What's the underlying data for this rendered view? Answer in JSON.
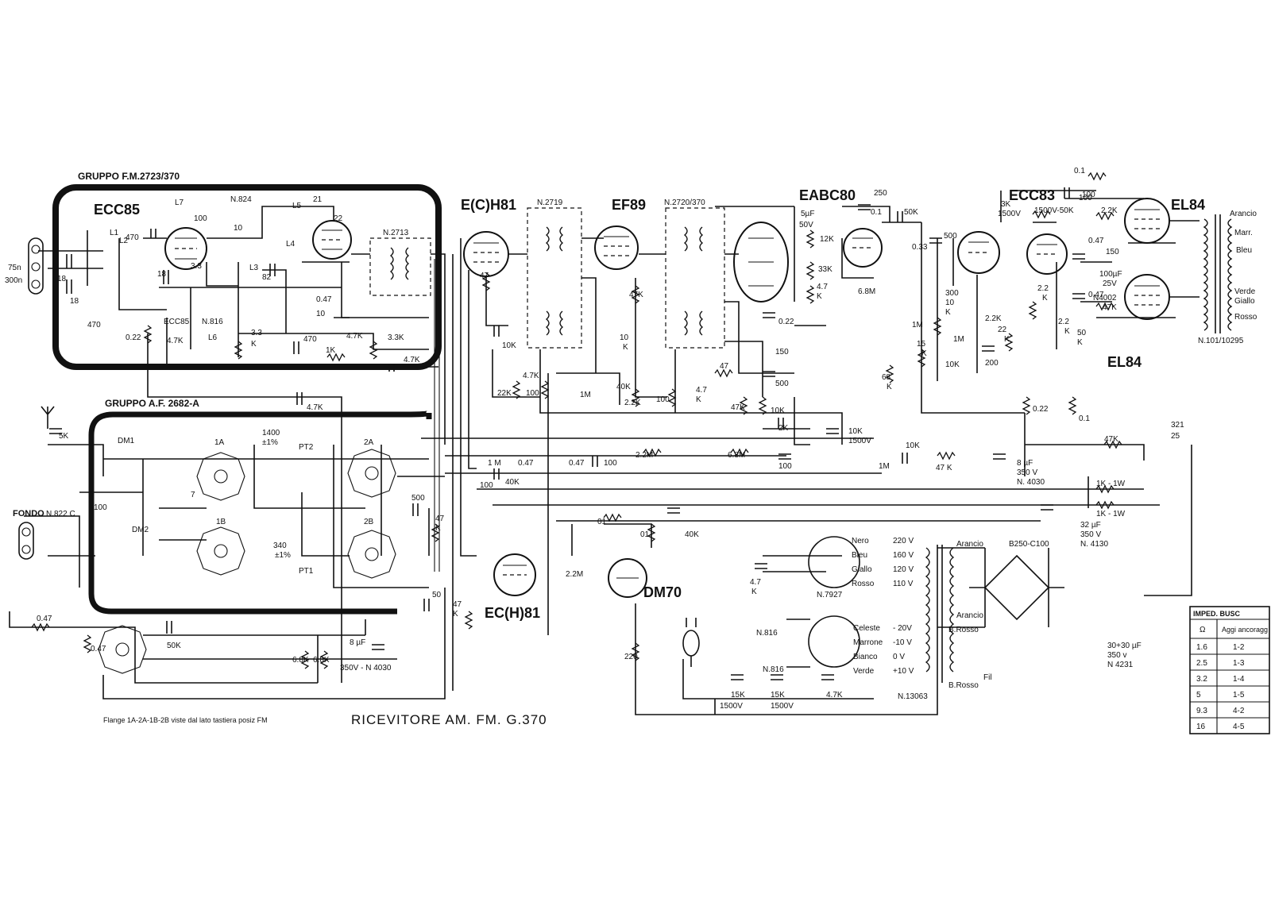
{
  "title": "RICEVITORE AM. FM. G.370",
  "footnote": "Flange 1A-2A-1B-2B viste dal lato tastiera posiz FM",
  "groups": {
    "fm": "GRUPPO F.M.2723/370",
    "af": "GRUPPO A.F. 2682-A"
  },
  "tubes": {
    "ecc85": "ECC85",
    "ech81_top": "E(C)H81",
    "ef89": "EF89",
    "eabc80": "EABC80",
    "ecc83": "ECC83",
    "el84_top": "EL84",
    "el84_bottom": "EL84",
    "dm70": "DM70",
    "ech81_bottom": "EC(H)81"
  },
  "transformers": {
    "n824": "N.824",
    "n2713": "N.2713",
    "n2719": "N.2719",
    "n2720": "N.2720/370",
    "n816_fm": "N.816",
    "ecc85_small": "ECC85",
    "n822c": "N.822 C",
    "n816_a": "N.816",
    "n816_b": "N.816",
    "n7927": "N.7927",
    "n13063": "N.13063",
    "n101": "N.101/10295"
  },
  "antenna": {
    "a": "75n",
    "b": "300n"
  },
  "fondo": "FONDO",
  "components": [
    "18",
    "18",
    "470",
    "470",
    "0.22",
    "L1",
    "L2",
    "18",
    "L7",
    "100",
    "3.3",
    "4.7K",
    "L6",
    "L3",
    "L4",
    "82",
    "10",
    "0.47",
    "10",
    "3.3",
    "K",
    "470",
    "1K",
    "4.7K",
    "3.3K",
    "4.7K",
    "22",
    "21",
    "L5",
    "4.7K",
    "5K",
    "DM1",
    "1A",
    "1400",
    "±1%",
    "PT2",
    "7",
    "100",
    "DM2",
    "1B",
    "340",
    "±1%",
    "PT1",
    "2A",
    "2B",
    "500",
    "47",
    "K",
    "100",
    "50",
    "47",
    "K",
    "0.47",
    "0.47",
    "50K",
    "6.8K",
    "6.8K",
    "8 µF",
    "350V - N 4030",
    "47",
    "10K",
    "22K",
    "4.7K",
    "100",
    "1M",
    "40K",
    "2.2K",
    "100",
    "4.7",
    "K",
    "47K",
    "10",
    "K",
    "47",
    "47K",
    "10K",
    "2K",
    "100",
    "1 M",
    "0.47",
    "0.47",
    "100",
    "2.2M",
    "6.8M",
    "40K",
    "01",
    "01",
    "40K",
    "2.2M",
    "220",
    "250",
    "0.1",
    "50K",
    "6.8M",
    "0.33",
    "500",
    "1M",
    "300",
    "10",
    "K",
    "1M",
    "15",
    "K",
    "10K",
    "68",
    "K",
    "5µF",
    "50V",
    "12K",
    "33K",
    "4.7",
    "K",
    "0.22",
    "150",
    "500",
    "10K",
    "1500V",
    "1M",
    "10K",
    "47 K",
    "3K",
    "1500V",
    "1500V-50K",
    "100",
    "2.2",
    "K",
    "2.2K",
    "22",
    "K",
    "200",
    "0.22",
    "8 µF",
    "350 V",
    "N. 4030",
    "0.1",
    "100",
    "2.2K",
    "0.47",
    "150",
    "100µF",
    "25V",
    "N4002",
    "0.47",
    "47K",
    "50",
    "K",
    "2.2",
    "K",
    "0.1",
    "47K",
    "1K - 1W",
    "1K - 1W",
    "32 µF",
    "350 V",
    "N. 4130",
    "321",
    "25",
    "4.7",
    "K",
    "15K",
    "1500V",
    "15K",
    "1500V",
    "4.7K",
    "B250-C100",
    "30+30 µF",
    "350 v",
    "N 4231"
  ],
  "mains": [
    {
      "color": "Nero",
      "volt": "220 V"
    },
    {
      "color": "Bleu",
      "volt": "160 V"
    },
    {
      "color": "Giallo",
      "volt": "120 V"
    },
    {
      "color": "Rosso",
      "volt": "110 V"
    }
  ],
  "secondary": [
    {
      "color": "Celeste",
      "volt": "- 20V"
    },
    {
      "color": "Marrone",
      "volt": "-10 V"
    },
    {
      "color": "Bianco",
      "volt": "0 V"
    },
    {
      "color": "Verde",
      "volt": "+10 V"
    }
  ],
  "wires": {
    "arancio_a": "Arancio",
    "arancio_b": "Arancio",
    "brosso_a": "B.Rosso",
    "brosso_b": "B.Rosso",
    "fil": "Fil"
  },
  "output": {
    "arancio": "Arancio",
    "marr": "Marr.",
    "bleu": "Bleu",
    "verde": "Verde",
    "giallo": "Giallo",
    "rosso": "Rosso"
  },
  "impedance_table": {
    "header": "IMPED. BUSC",
    "col1": "Ω",
    "col2": "Aggi ancoragg",
    "rows": [
      {
        "ohm": "1.6",
        "pins": "1-2"
      },
      {
        "ohm": "2.5",
        "pins": "1-3"
      },
      {
        "ohm": "3.2",
        "pins": "1-4"
      },
      {
        "ohm": "5",
        "pins": "1-5"
      },
      {
        "ohm": "9.3",
        "pins": "4-2"
      },
      {
        "ohm": "16",
        "pins": "4-5"
      }
    ]
  }
}
